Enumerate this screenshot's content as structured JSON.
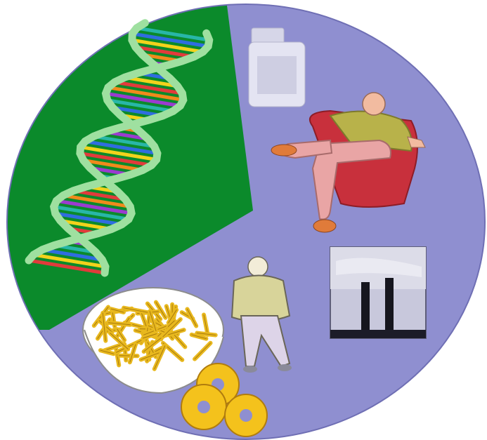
{
  "illustration": {
    "panels": [
      {
        "name": "genetics",
        "icon": "dna-helix-icon"
      },
      {
        "name": "medication",
        "icon": "pill-bottle-icon"
      },
      {
        "name": "sedentary-lifestyle",
        "icon": "man-in-armchair-icon"
      },
      {
        "name": "environment",
        "icon": "factory-smokestacks-icon"
      },
      {
        "name": "body-weight",
        "icon": "standing-overweight-man-icon"
      },
      {
        "name": "diet",
        "icon": "bowl-of-fries-icon"
      },
      {
        "name": "sweets",
        "icon": "donuts-icon"
      }
    ],
    "colors": {
      "background": "#ffffff",
      "genetics_panel": "#0b8a2b",
      "lifestyle_panel": "#8f8fd0",
      "dna_backbone": "#9fe0a0",
      "chair": "#c8303c",
      "fries": "#e8b81e",
      "donut": "#f4c21c",
      "shirt": "#b8b24a"
    }
  }
}
